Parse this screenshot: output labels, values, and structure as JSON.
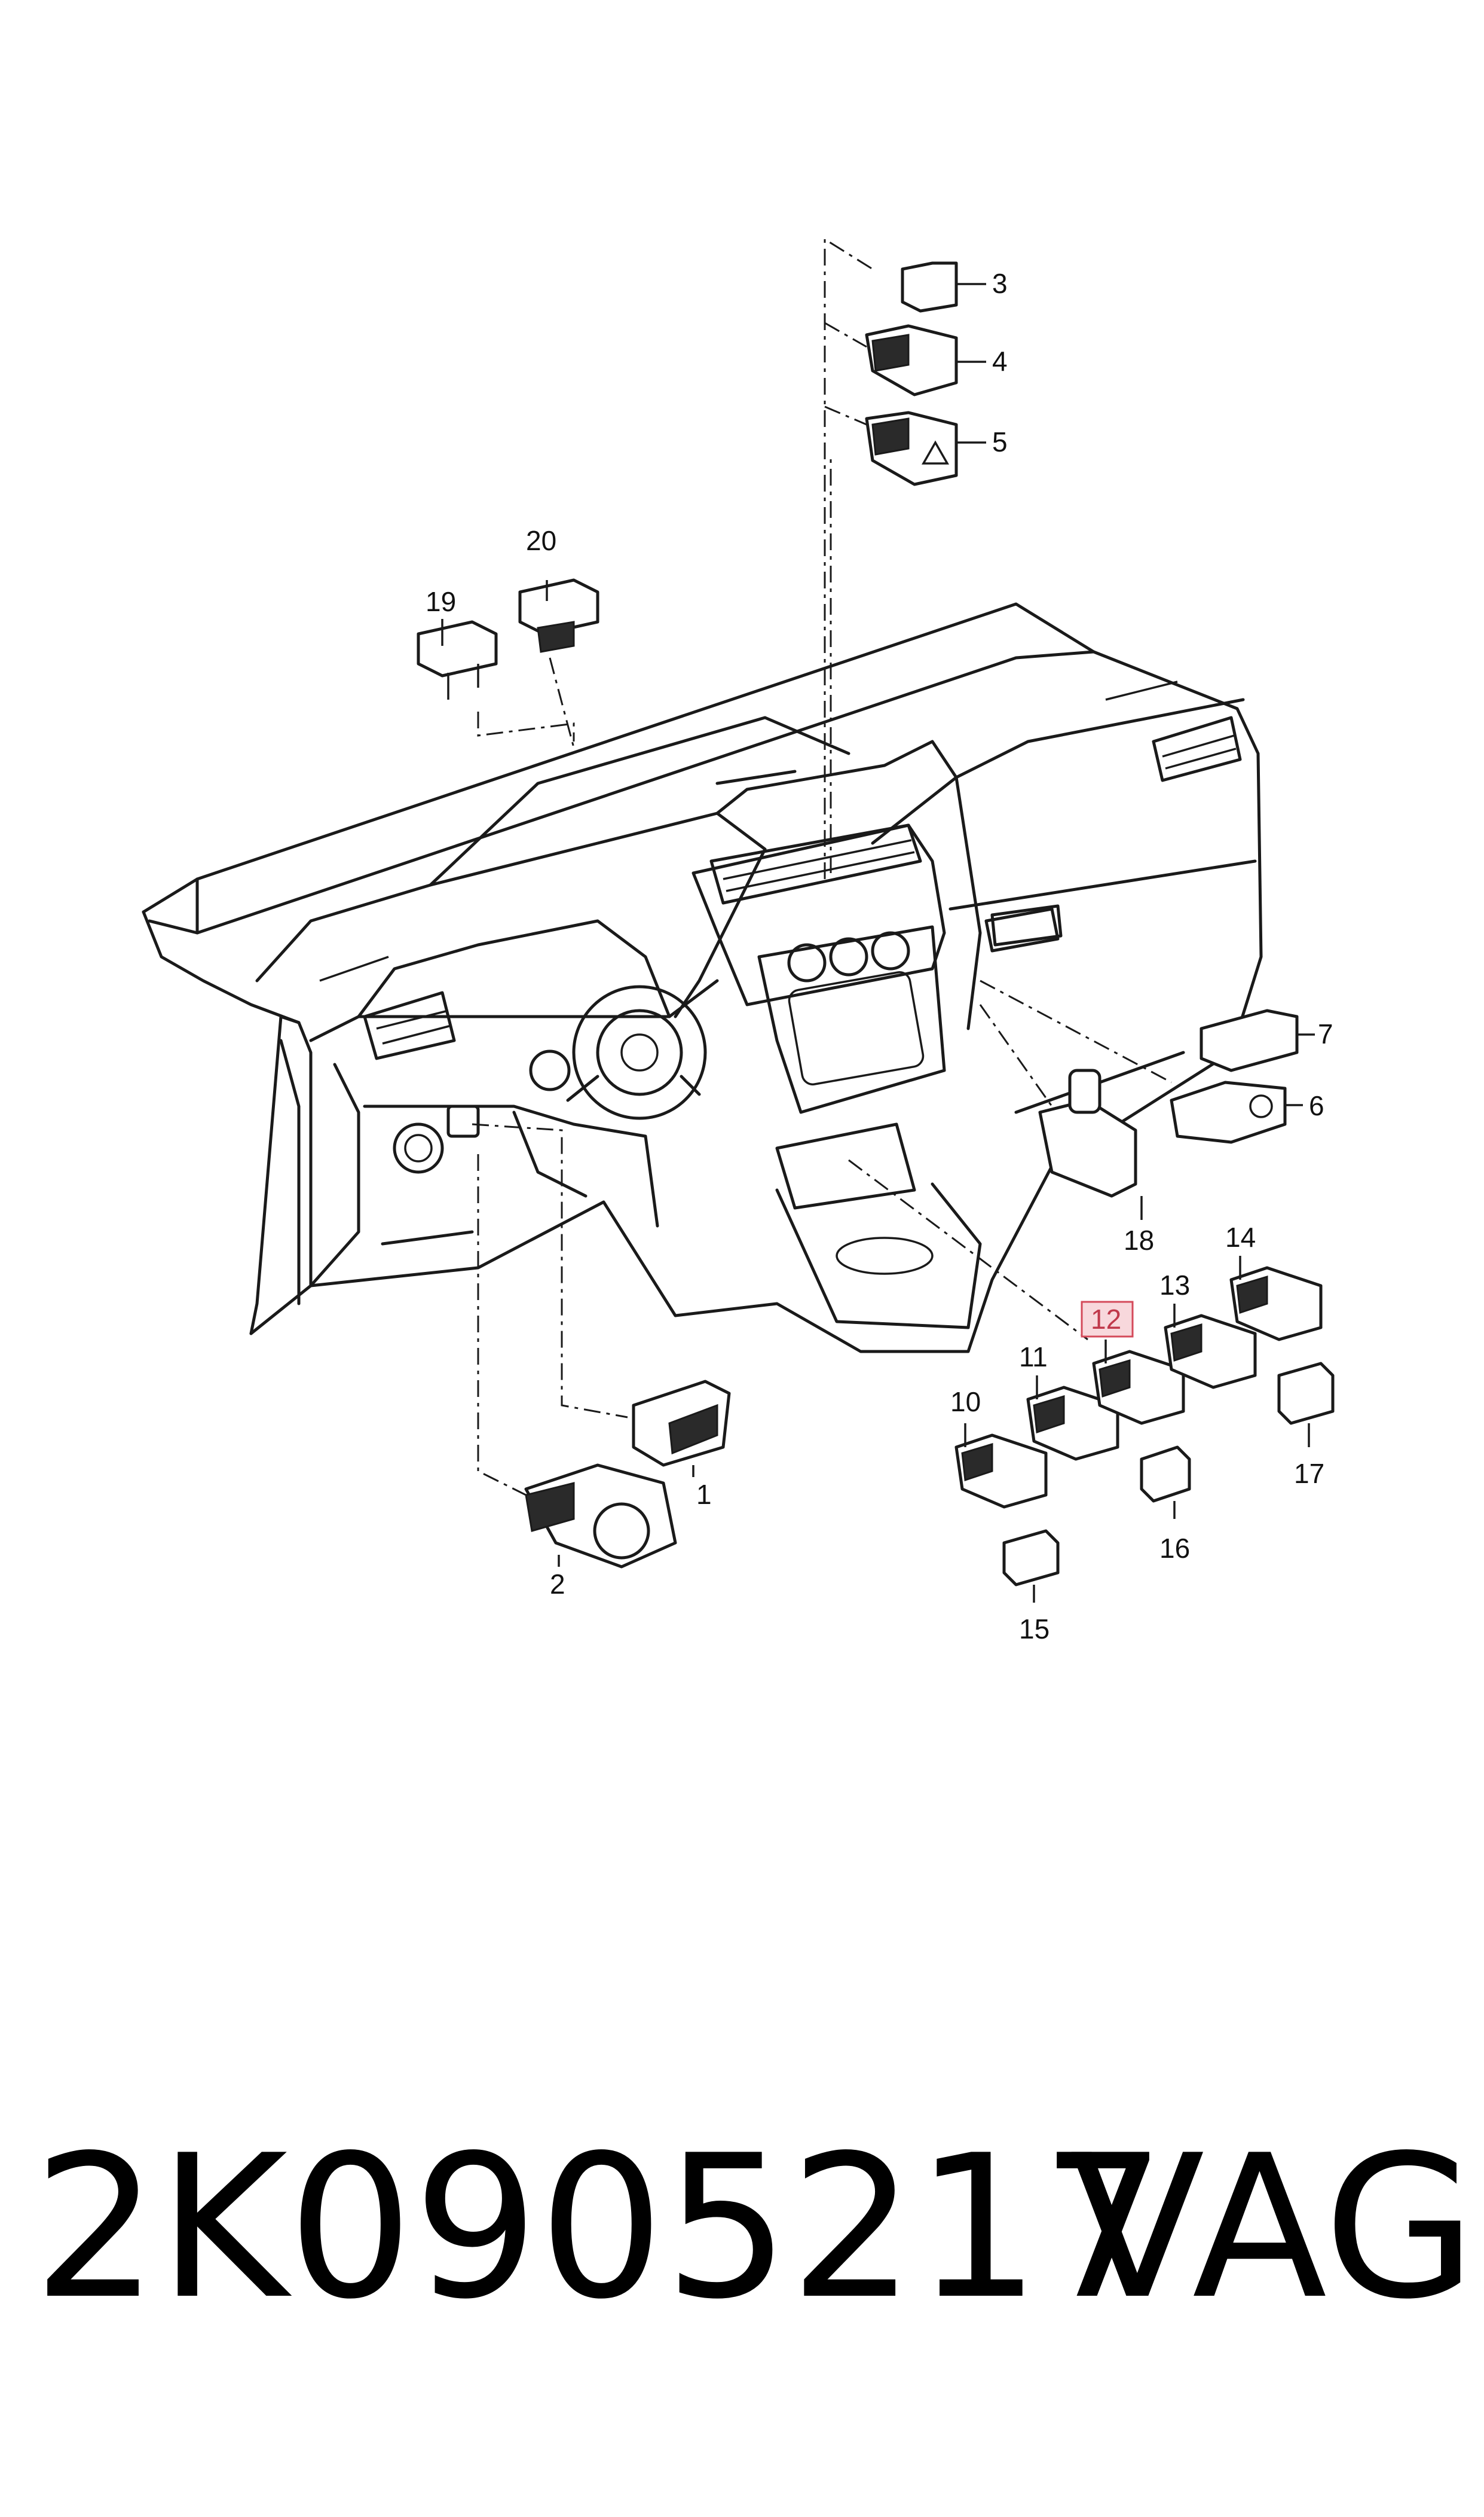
{
  "footer": {
    "part_number": "2K0905217",
    "brand": "VAG"
  },
  "callouts": {
    "c1": "1",
    "c2": "2",
    "c3": "3",
    "c4": "4",
    "c5": "5",
    "c6": "6",
    "c7": "7",
    "c10": "10",
    "c11": "11",
    "c12": "12",
    "c13": "13",
    "c14": "14",
    "c15": "15",
    "c16": "16",
    "c17": "17",
    "c18": "18",
    "c19": "19",
    "c20": "20"
  },
  "highlighted_callout": "12",
  "colors": {
    "line": "#1a1a1a",
    "highlight_fill": "#f8d8dc",
    "highlight_stroke": "#d44a5a"
  }
}
